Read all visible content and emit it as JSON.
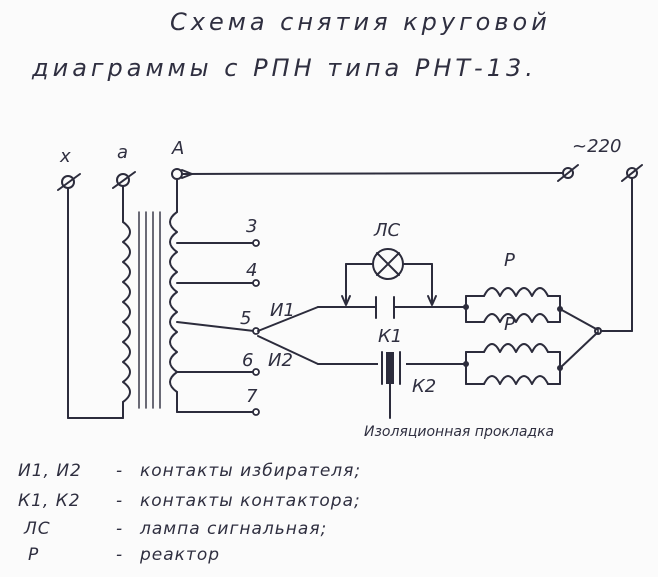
{
  "title": {
    "line1": "Схема снятия круговой",
    "line2": "диаграммы с РПН типа РНТ-13."
  },
  "terminals": {
    "x": "x",
    "a": "a",
    "A": "A",
    "supply": "~220"
  },
  "taps": [
    "3",
    "4",
    "5",
    "6",
    "7"
  ],
  "contacts": {
    "u1": "И1",
    "u2": "И2",
    "k1": "К1",
    "k2": "К2"
  },
  "components": {
    "lamp": "ЛС",
    "reactor_top": "Р",
    "reactor_bottom": "Р"
  },
  "callout": "Изоляционная прокладка",
  "legend": [
    {
      "key": "И1, И2",
      "dash": "-",
      "text": "контакты избирателя;"
    },
    {
      "key": "К1, К2",
      "dash": "-",
      "text": "контакты контактора;"
    },
    {
      "key": "ЛС",
      "dash": "-",
      "text": "лампа сигнальная;"
    },
    {
      "key": "Р",
      "dash": "-",
      "text": "реактор"
    }
  ]
}
